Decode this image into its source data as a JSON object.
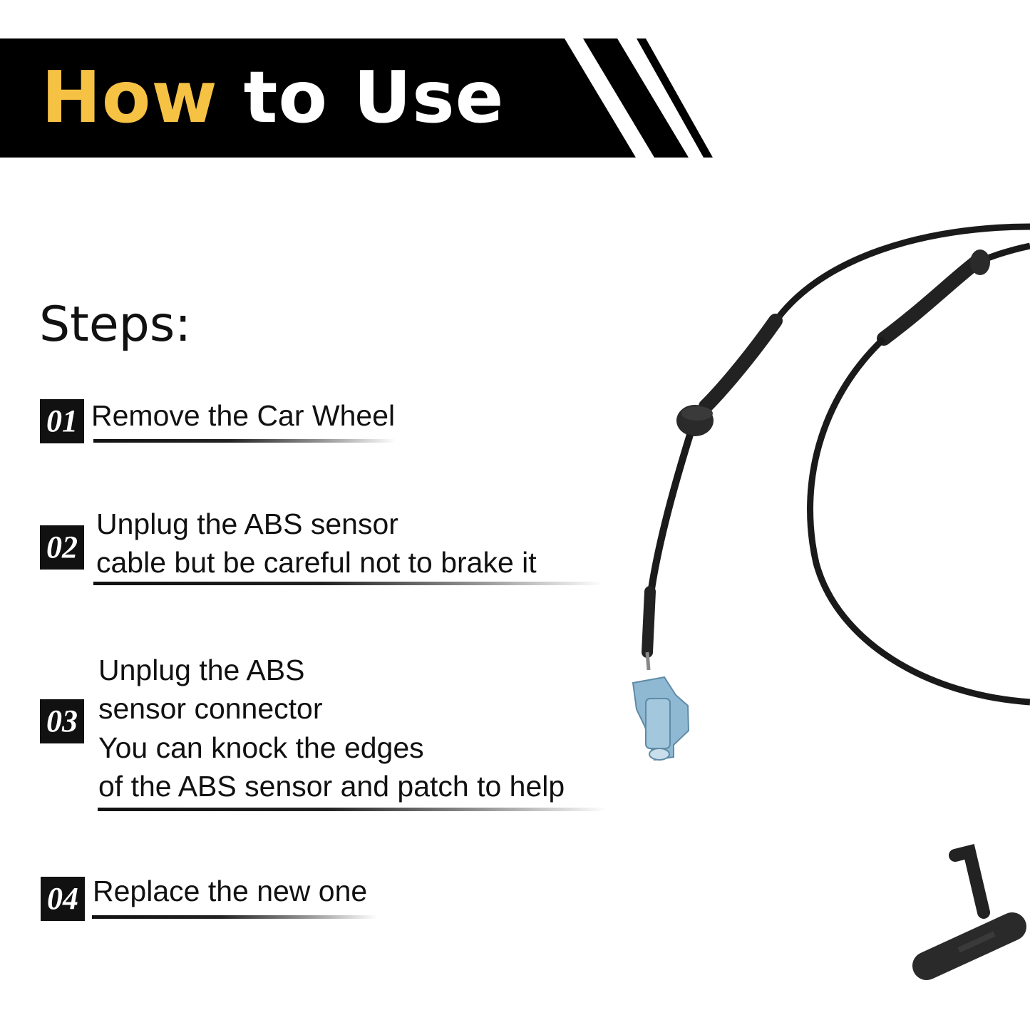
{
  "banner": {
    "title_highlight": "How",
    "title_rest": "to Use",
    "colors": {
      "background": "#000000",
      "highlight": "#f6c244",
      "text": "#ffffff"
    }
  },
  "steps_heading": "Steps:",
  "steps": [
    {
      "number": "01",
      "lines": [
        "Remove the Car Wheel"
      ]
    },
    {
      "number": "02",
      "lines": [
        "Unplug the ABS sensor",
        "cable but be careful not to brake it"
      ]
    },
    {
      "number": "03",
      "lines": [
        "Unplug the ABS",
        "sensor connector",
        "You can knock the edges",
        "of the ABS sensor and patch to help"
      ]
    },
    {
      "number": "04",
      "lines": [
        "Replace the new one"
      ]
    }
  ],
  "product_image": {
    "subject": "abs-sensor-cable",
    "connector_color": "#8fb8d2",
    "cable_color": "#1a1a1a"
  }
}
